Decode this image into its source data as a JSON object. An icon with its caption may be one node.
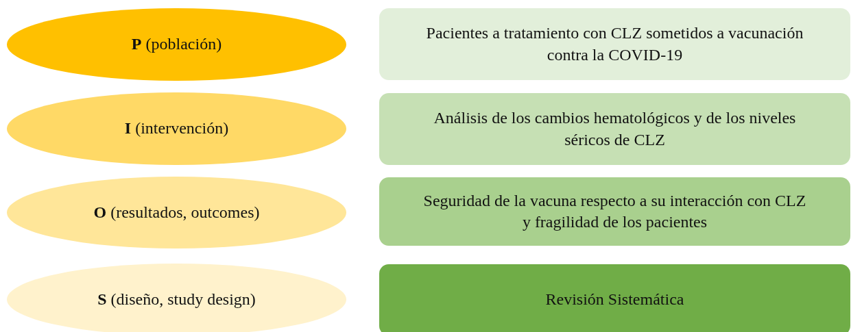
{
  "diagram": {
    "nodes": [
      {
        "text": [
          "**P** (población)"
        ]
      },
      {
        "text": [
          "Pacientes a tratamiento con CLZ sometidos a vacunación contra la COVID-19"
        ]
      },
      {
        "text": [
          "**I** (intervención)"
        ]
      },
      {
        "text": [
          "Análisis de los cambios hematológicos y de los niveles séricos de CLZ"
        ]
      },
      {
        "text": [
          "**O** (resultados, outcomes)"
        ]
      },
      {
        "text": [
          "Seguridad de la vacuna respecto a su interacción con CLZ y fragilidad de los pacientes"
        ]
      },
      {
        "text": [
          "**S** (diseño, study design)"
        ]
      },
      {
        "text": [
          "Revisión Sistemática"
        ]
      }
    ],
    "edges": []
  }
}
